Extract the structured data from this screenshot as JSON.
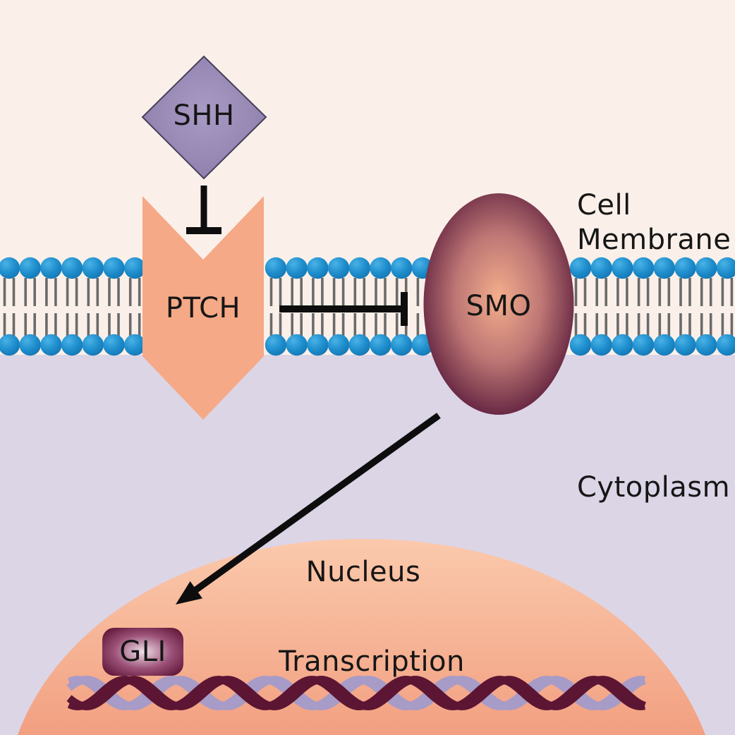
{
  "labels": {
    "shh": "SHH",
    "ptch": "PTCH",
    "smo": "SMO",
    "gli": "GLI",
    "cell_membrane_line1": "Cell",
    "cell_membrane_line2": "Membrane",
    "cytoplasm": "Cytoplasm",
    "nucleus": "Nucleus",
    "transcription": "Transcription"
  },
  "relations": [
    {
      "from": "SHH",
      "to": "PTCH",
      "type": "inhibition",
      "symbol": "T-bar"
    },
    {
      "from": "PTCH",
      "to": "SMO",
      "type": "inhibition",
      "symbol": "T-bar"
    },
    {
      "from": "SMO",
      "to": "GLI",
      "type": "activation",
      "symbol": "arrow"
    }
  ],
  "icons": {
    "shh_shape": "diamond",
    "ptch_shape": "chevron-banner",
    "smo_shape": "ellipse",
    "gli_shape": "rounded-rect",
    "membrane_motif": "phospholipid-bilayer",
    "dna_motif": "double-helix"
  },
  "colors": {
    "background_extracellular": "#fbf0e9",
    "background_cytoplasm": "#dcd5e6",
    "membrane_head_light": "#4ab2e6",
    "membrane_head": "#1e8ecd",
    "membrane_head_edge": "#1474b0",
    "membrane_tail": "#6a6a6a",
    "ptch_fill": "#f5a987",
    "shh_center": "#a99bc4",
    "shh_edge": "#8c7dab",
    "shh_border": "#45405a",
    "smo_center": "#f4ae8c",
    "smo_mid": "#bd7674",
    "smo_edge": "#57193a",
    "nucleus_top": "#fbc9ac",
    "nucleus_bottom": "#f2a081",
    "gli_center": "#eedfe8",
    "gli_mid": "#9c5278",
    "gli_edge": "#570e2f",
    "dna_dark": "#5c1533",
    "dna_light": "#a79bc7",
    "connector": "#0d0d0d",
    "text": "#161616"
  }
}
